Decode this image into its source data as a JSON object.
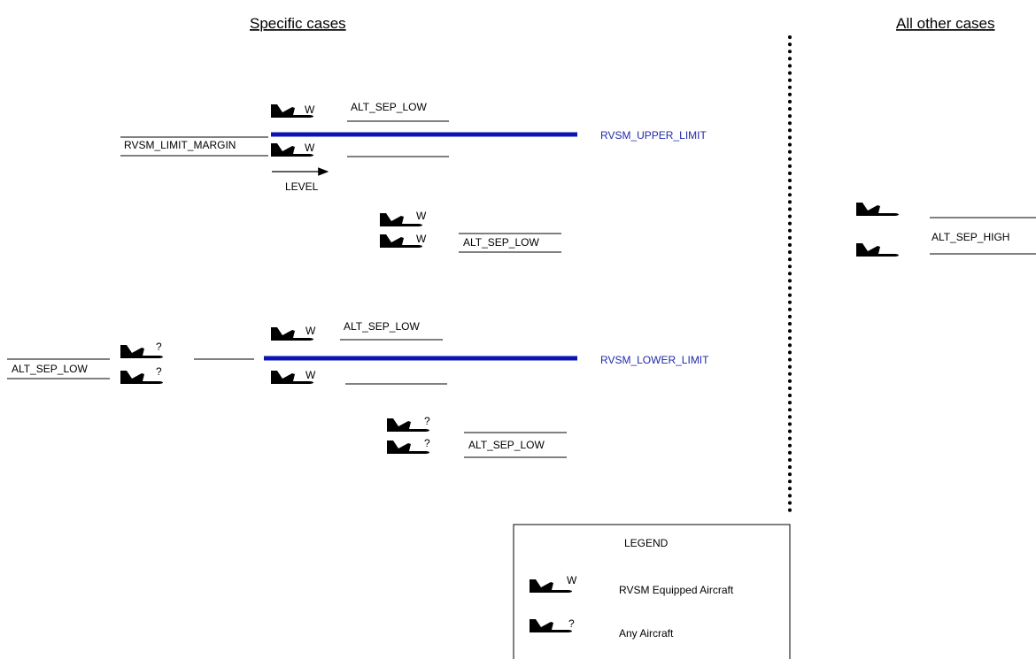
{
  "headers": {
    "specific": "Specific cases",
    "other": "All other cases"
  },
  "labels": {
    "rvsm_limit_margin": "RVSM_LIMIT_MARGIN",
    "level": "LEVEL",
    "upper_limit": "RVSM_UPPER_LIMIT",
    "lower_limit": "RVSM_LOWER_LIMIT",
    "alt_sep_low": "ALT_SEP_LOW",
    "alt_sep_high": "ALT_SEP_HIGH"
  },
  "markers": {
    "rvsm": "W",
    "any": "?"
  },
  "legend": {
    "title": "LEGEND",
    "rvsm_equipped": "RVSM Equipped Aircraft",
    "any_aircraft": "Any Aircraft"
  },
  "colors": {
    "limit_line": "#0a14b4",
    "limit_text": "#1f2aa8"
  },
  "icons": {
    "aircraft": "aircraft-icon"
  }
}
